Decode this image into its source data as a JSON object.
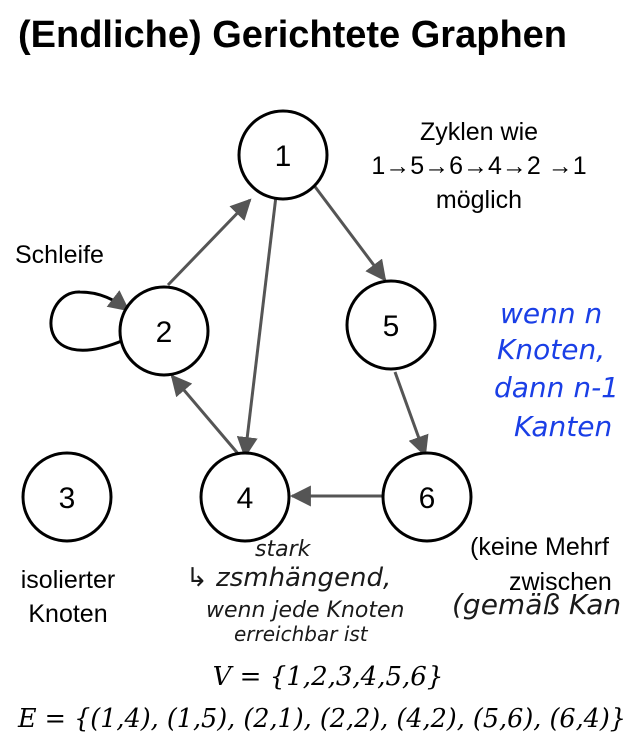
{
  "title": "(Endliche) Gerichtete Graphen",
  "nodes": [
    {
      "id": "1",
      "label": "1"
    },
    {
      "id": "2",
      "label": "2"
    },
    {
      "id": "3",
      "label": "3"
    },
    {
      "id": "4",
      "label": "4"
    },
    {
      "id": "5",
      "label": "5"
    },
    {
      "id": "6",
      "label": "6"
    }
  ],
  "edges": [
    [
      "1",
      "4"
    ],
    [
      "1",
      "5"
    ],
    [
      "2",
      "1"
    ],
    [
      "2",
      "2"
    ],
    [
      "4",
      "2"
    ],
    [
      "5",
      "6"
    ],
    [
      "6",
      "4"
    ]
  ],
  "annotations": {
    "cycle_line1": "Zyklen wie",
    "cycle_line2": "1→5→6→4→2 →1",
    "cycle_line3": "möglich",
    "loop_label": "Schleife",
    "isolated_line1": "isolierter",
    "isolated_line2": "Knoten",
    "keine_line1": "(keine Mehrf",
    "keine_line2": "zwischen"
  },
  "handwriting": {
    "blue_line1": "wenn n",
    "blue_line2": "Knoten,",
    "blue_line3": "dann n-1",
    "blue_line4": "Kanten",
    "stark": "stark",
    "zsmhaengend": "↳ zsmhängend,",
    "wenn_jede": "wenn jede Knoten",
    "erreichbar": "erreichbar ist",
    "gemaess": "(gemäß Kan"
  },
  "formulas": {
    "V": "V = {1,2,3,4,5,6}",
    "E": "E = {(1,4), (1,5), (2,1), (2,2), (4,2), (5,6), (6,4)}"
  },
  "colors": {
    "edge": "#555555",
    "node_stroke": "#000000",
    "handwriting_blue": "#1a3fe6"
  }
}
